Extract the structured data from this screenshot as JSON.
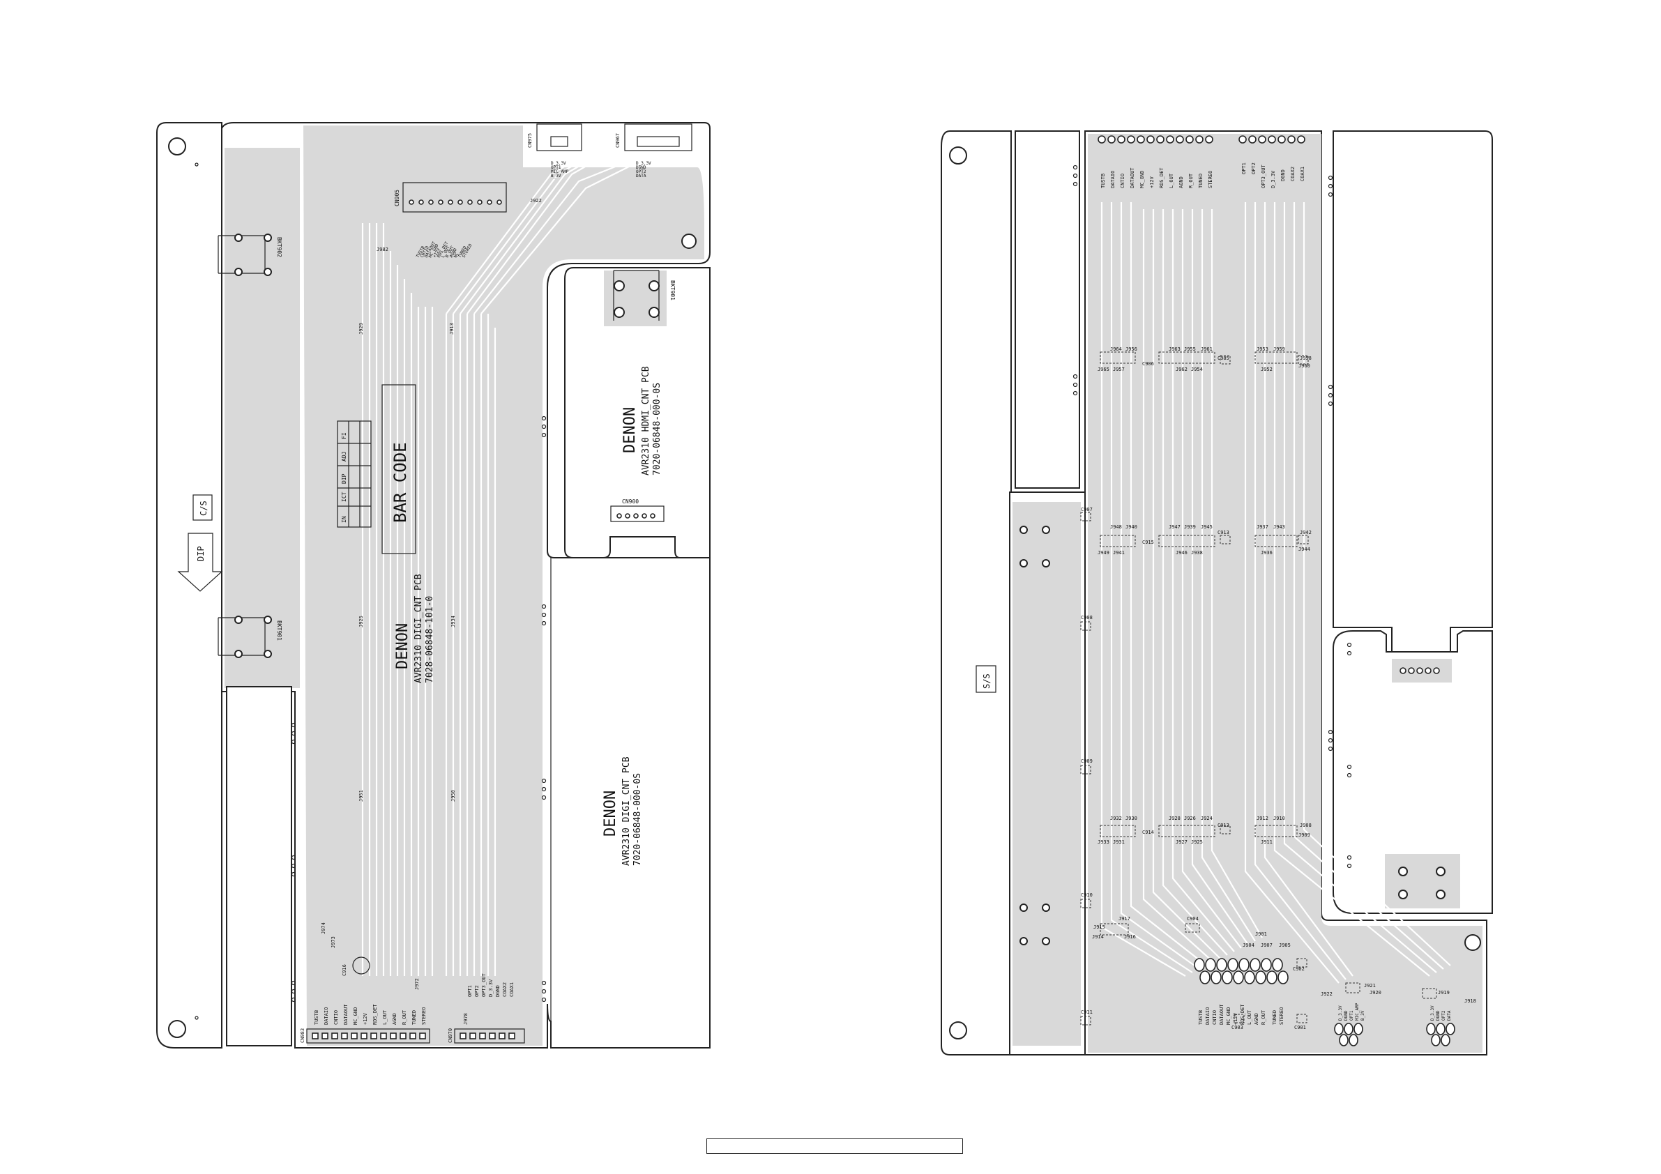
{
  "left_board": {
    "brand_top": "DENON",
    "brand_mid": "DENON",
    "brand_bot": "DENON",
    "pcb_top_name": "AVR2310 HDMI_CNT PCB",
    "pcb_top_code": "7020-06848-000-0S",
    "pcb_mid_name": "AVR2310 DIGI_CNT PCB",
    "pcb_mid_code": "7028-06848-101-0",
    "pcb_bot_name": "AVR2310 DIGI_CNT PCB",
    "pcb_bot_code": "7020-06848-000-0S",
    "barcode_label": "BAR CODE",
    "insp_cols": [
      "IN",
      "ICT",
      "DIP",
      "ADJ",
      "FI"
    ],
    "cs_label": "C/S",
    "dip_label": "DIP",
    "connectors": {
      "cn905": "CN905",
      "cn975": "CN975",
      "cn967": "CN967",
      "cn900": "CN900",
      "cn983": "CN983",
      "cn970": "CN970",
      "bkt902": "BKT902",
      "bkt901": "BKT901",
      "bkt901b": "BKT901"
    },
    "jumpers": [
      "J982",
      "J922",
      "J929",
      "J913",
      "J925",
      "J934",
      "J951",
      "J950",
      "J974",
      "J973",
      "J972",
      "J978",
      "C916"
    ],
    "cn983_pins": [
      "TUSTB",
      "DATAIO",
      "CNTIO",
      "DATAOUT",
      "MC_GND",
      "+12V",
      "RDS_DET",
      "L_OUT",
      "AGND",
      "R_OUT",
      "TUNED",
      "STEREO"
    ],
    "cn970_pins": [
      "OPT1",
      "OPT2",
      "OPT3_OUT",
      "D_3.3V",
      "DGND",
      "COAX2",
      "COAX1"
    ],
    "cn905_pins": [
      "TUSTB",
      "CNTIO",
      "DATAOUT",
      "MC_GND",
      "+12V",
      "RDS_DET",
      "L_OUT",
      "R_OUT",
      "AGND",
      "NC",
      "TUNED",
      "STEREO"
    ],
    "cn975_pins": [
      "D_3.3V",
      "OPT1",
      "MIC_AMP",
      "B_3V"
    ],
    "cn967_pins": [
      "D_3.3V",
      "DGND",
      "OPT2",
      "DATA"
    ]
  },
  "right_board": {
    "ss_label": "S/S",
    "top_pins_a": [
      "TUSTB",
      "DATAIO",
      "CNTIO",
      "DATAOUT",
      "MC_GND",
      "+12V",
      "RDS_DET",
      "L_OUT",
      "AGND",
      "R_OUT",
      "TUNED",
      "STEREO"
    ],
    "top_pins_b": [
      "OPT1",
      "OPT2",
      "OPT3_OUT",
      "D_3.3V",
      "DGND",
      "COAX2",
      "COAX1"
    ],
    "bottom_pins_a": [
      "TUSTB",
      "DATAIO",
      "CNTIO",
      "DATAOUT",
      "MC_GND",
      "+12V",
      "RDS_DET",
      "L_OUT",
      "AGND",
      "R_OUT",
      "TUNED",
      "STEREO"
    ],
    "bottom_pins_b": [
      "D_3.3V",
      "DGND",
      "OPT1",
      "MIC_AMP",
      "B_3V"
    ],
    "bottom_pins_c": [
      "D_3.3V",
      "DGND",
      "OPT2",
      "DATA"
    ],
    "jumpers_row1": [
      "J964",
      "J956",
      "J963",
      "J955",
      "J961",
      "C985",
      "J953",
      "J959",
      "J958",
      "J965",
      "J957",
      "C906",
      "J962",
      "J954",
      "J952",
      "J960"
    ],
    "jumpers_row2": [
      "C907",
      "J948",
      "J940",
      "J947",
      "J939",
      "J945",
      "C913",
      "J937",
      "J943",
      "J942",
      "J949",
      "J941",
      "C915",
      "J946",
      "J938",
      "J936",
      "J944"
    ],
    "jumpers_row3": [
      "C908",
      "C909"
    ],
    "jumpers_row4": [
      "J932",
      "J930",
      "J928",
      "J926",
      "J924",
      "C912",
      "J912",
      "J910",
      "J908",
      "J933",
      "J931",
      "C914",
      "J927",
      "J925",
      "J911",
      "J909"
    ],
    "jumpers_row5": [
      "C910",
      "J915",
      "J917",
      "C904",
      "J914",
      "J916",
      "J904",
      "J907",
      "J905",
      "C902",
      "J921",
      "J922",
      "J920",
      "J919",
      "J918",
      "C911",
      "C903",
      "C901",
      "J901"
    ]
  }
}
